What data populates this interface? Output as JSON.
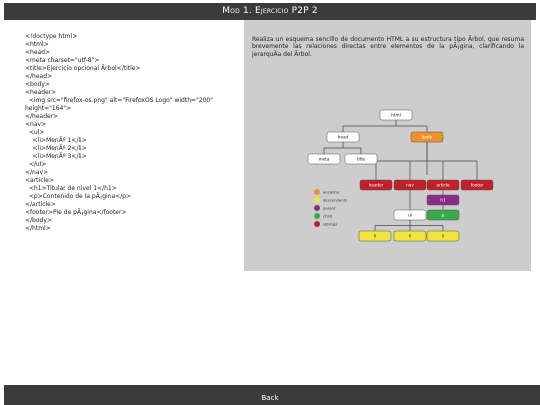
{
  "header": {
    "title_prefix": "Mod",
    "title_rest": "1. Ejercicio P2P 2"
  },
  "code_lines": [
    "<!doctype html>",
    "<html>",
    "<head>",
    "<meta charset=\"utf-8\">",
    "<title>Ejercicio opcional Ãrbol</title>",
    "</head>",
    "<body>",
    "<header>",
    "  <img src=\"firefox-os.png\" alt=\"FirefoxOS Logo\" width=\"200\"",
    "height=\"164\">",
    "</header>",
    "<nav>",
    "  <ul>",
    "    <li>MenÃº 1</li>",
    "    <li>MenÃº 2</li>",
    "    <li>MenÃº 3</li>",
    "  </ul>",
    "</nav>",
    "<article>",
    "  <h1>Titular de nivel 1</h1>",
    "  <p>Contenido de la pÃ¡gina</p>",
    "</article>",
    "<footer>Pie de pÃ¡gina</footer>",
    "</body>",
    "</html>"
  ],
  "panel": {
    "description": "Realiza un esquema sencillo de documento HTML a su estructura tipo Ãrbol, que resuma brevemente las relaciones directas entre elementos de la pÃ¡gina, clarificando la jerarquÃ­a del Ãrbol."
  },
  "tree": {
    "nodes": {
      "html": "html",
      "head": "head",
      "body": "body",
      "meta": "meta",
      "title": "title",
      "header": "header",
      "nav": "nav",
      "article": "article",
      "footer": "footer",
      "ul": "ul",
      "h1": "h1",
      "p": "p",
      "li1": "li",
      "li2": "li",
      "li3": "li"
    },
    "legend": [
      {
        "label": "ancestor",
        "color": "#f0922a"
      },
      {
        "label": "descendants",
        "color": "#f2e43b"
      },
      {
        "label": "parent",
        "color": "#8a2a8a"
      },
      {
        "label": "child",
        "color": "#3aaa4a"
      },
      {
        "label": "siblings",
        "color": "#c0202a"
      }
    ],
    "colors": {
      "white": "#ffffff",
      "orange": "#f0922a",
      "red": "#c0202a",
      "purple": "#8a2a8a",
      "green": "#3aaa4a",
      "yellow": "#f2e43b",
      "line": "#444444"
    }
  },
  "footer": {
    "back_label": "Back"
  }
}
